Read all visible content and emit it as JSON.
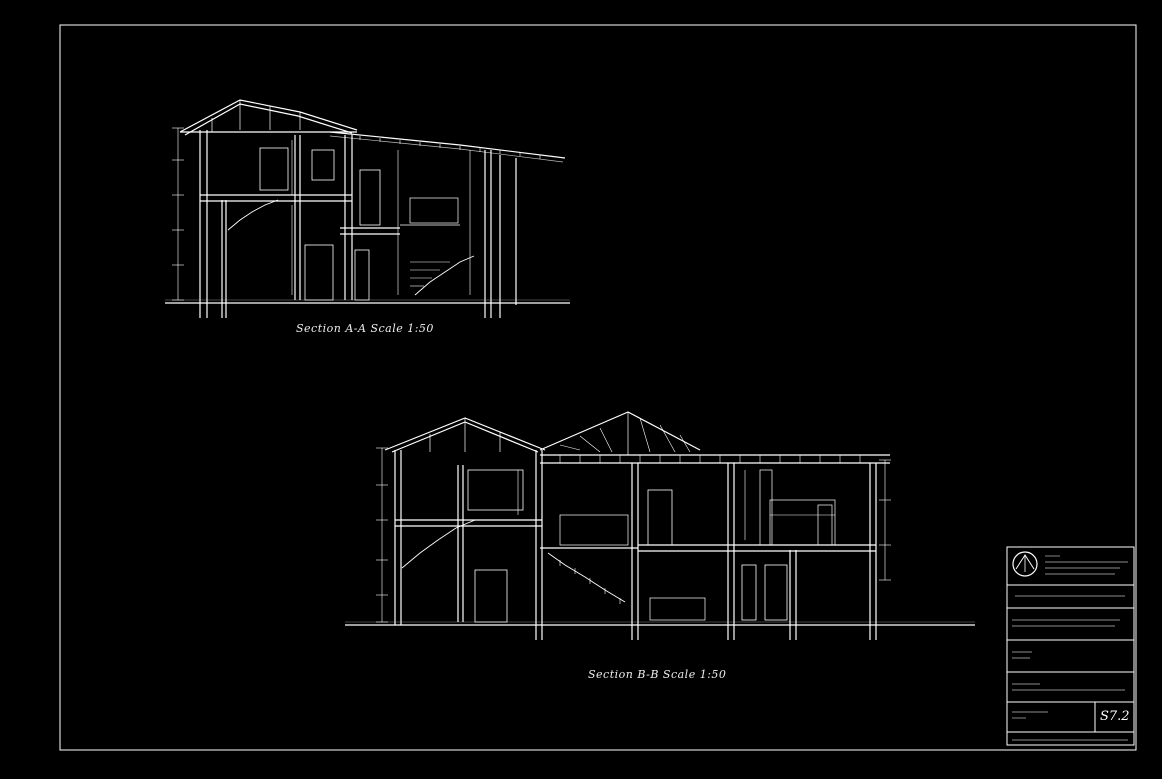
{
  "drawing": {
    "section_a": {
      "title": "Section A-A Scale 1:50"
    },
    "section_b": {
      "title": "Section B-B Scale 1:50"
    }
  },
  "title_block": {
    "logo_icon": "practice-seal-icon",
    "sheet_number": "S7.2"
  },
  "colors": {
    "background": "#000000",
    "linework": "#ffffff",
    "faint": "#9a9a9a"
  }
}
